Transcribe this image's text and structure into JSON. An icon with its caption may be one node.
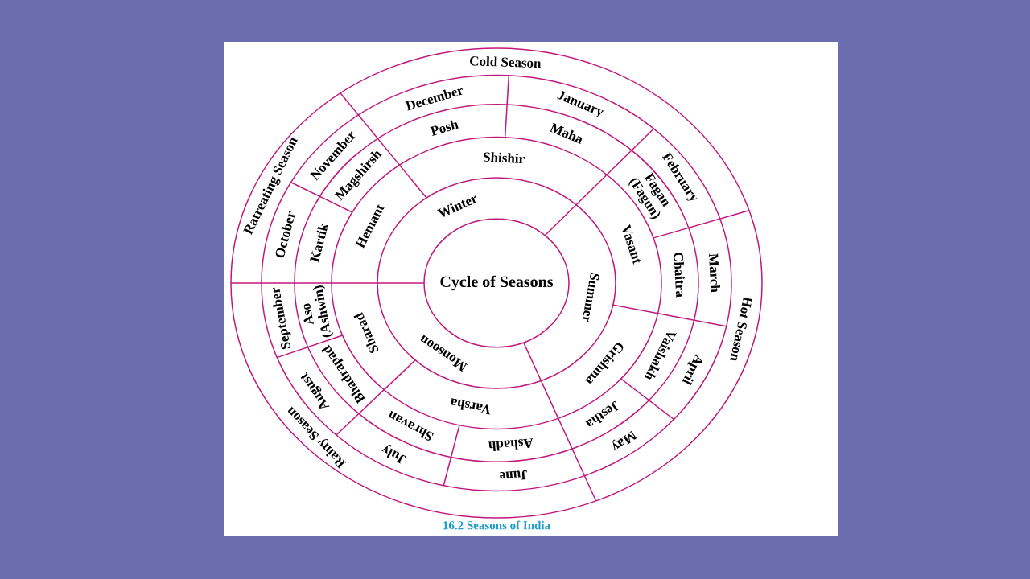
{
  "diagram": {
    "caption": "16.2 Seasons of India",
    "nodes": [
      {
        "text": [
          "Cycle of Seasons"
        ]
      },
      {
        "text": [
          "Winter"
        ]
      },
      {
        "text": [
          "Summer"
        ]
      },
      {
        "text": [
          "Monsoon"
        ]
      },
      {
        "text": [
          "Shishir"
        ]
      },
      {
        "text": [
          "Vasant"
        ]
      },
      {
        "text": [
          "Grishma"
        ]
      },
      {
        "text": [
          "Varsha"
        ]
      },
      {
        "text": [
          "Sharad"
        ]
      },
      {
        "text": [
          "Hemant"
        ]
      },
      {
        "text": [
          "Posh"
        ]
      },
      {
        "text": [
          "Maha"
        ]
      },
      {
        "text": [
          "Fagan (Fagun)"
        ]
      },
      {
        "text": [
          "Chaitra"
        ]
      },
      {
        "text": [
          "Vaishakh"
        ]
      },
      {
        "text": [
          "Jestha"
        ]
      },
      {
        "text": [
          "Ashadh"
        ]
      },
      {
        "text": [
          "Shravan"
        ]
      },
      {
        "text": [
          "Bhadrapad"
        ]
      },
      {
        "text": [
          "Aso (Ashwin)"
        ]
      },
      {
        "text": [
          "Kartik"
        ]
      },
      {
        "text": [
          "Magshirsh"
        ]
      },
      {
        "text": [
          "December"
        ]
      },
      {
        "text": [
          "January"
        ]
      },
      {
        "text": [
          "February"
        ]
      },
      {
        "text": [
          "March"
        ]
      },
      {
        "text": [
          "April"
        ]
      },
      {
        "text": [
          "May"
        ]
      },
      {
        "text": [
          "June"
        ]
      },
      {
        "text": [
          "July"
        ]
      },
      {
        "text": [
          "August"
        ]
      },
      {
        "text": [
          "September"
        ]
      },
      {
        "text": [
          "October"
        ]
      },
      {
        "text": [
          "November"
        ]
      },
      {
        "text": [
          "Cold Season"
        ]
      },
      {
        "text": [
          "Hot Season"
        ]
      },
      {
        "text": [
          "Rainy Season"
        ]
      },
      {
        "text": [
          "Ratreating Season"
        ]
      }
    ]
  }
}
